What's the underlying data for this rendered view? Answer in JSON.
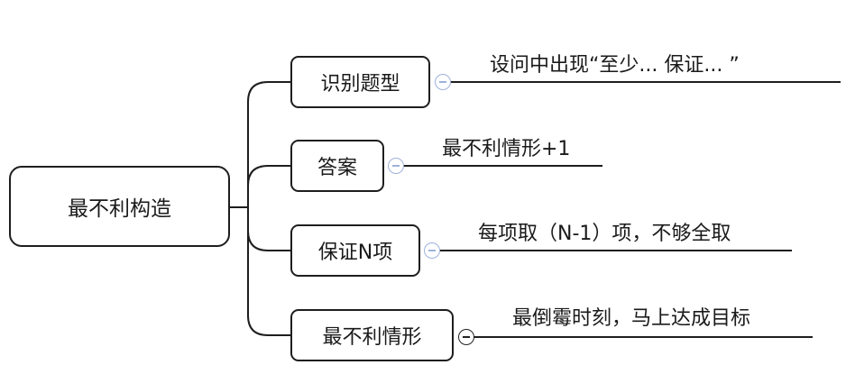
{
  "root": {
    "label": "最不利构造"
  },
  "branches": [
    {
      "label": "识别题型",
      "detail": "设问中出现“至少... 保证... ”"
    },
    {
      "label": "答案",
      "detail": "最不利情形+1"
    },
    {
      "label": "保证N项",
      "detail": "每项取（N-1）项，不够全取"
    },
    {
      "label": "最不利情形",
      "detail": "最倒霉时刻，马上达成目标"
    }
  ],
  "colors": {
    "line": "#1e1e1e",
    "toggle_blue": "#9eb2dc",
    "toggle_dark": "#222222"
  },
  "icons": {
    "collapse": "minus-circle"
  }
}
